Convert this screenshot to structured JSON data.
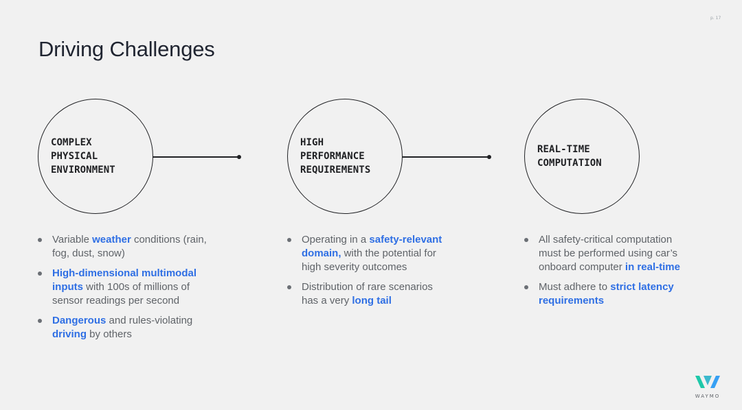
{
  "page": {
    "number": "p. 17",
    "title": "Driving Challenges"
  },
  "columns": [
    {
      "circle_label": "COMPLEX\nPHYSICAL\nENVIRONMENT",
      "bullets": [
        [
          {
            "text": "Variable ",
            "highlight": false
          },
          {
            "text": "weather",
            "highlight": true
          },
          {
            "text": " conditions (rain, fog, dust, snow)",
            "highlight": false
          }
        ],
        [
          {
            "text": "High-dimensional multimodal inputs",
            "highlight": true
          },
          {
            "text": " with 100s of millions of sensor readings per second",
            "highlight": false
          }
        ],
        [
          {
            "text": "Dangerous",
            "highlight": true
          },
          {
            "text": " and rules-violating ",
            "highlight": false
          },
          {
            "text": "driving",
            "highlight": true
          },
          {
            "text": " by others",
            "highlight": false
          }
        ]
      ]
    },
    {
      "circle_label": "HIGH\nPERFORMANCE\nREQUIREMENTS",
      "bullets": [
        [
          {
            "text": "Operating in a ",
            "highlight": false
          },
          {
            "text": "safety-relevant domain,",
            "highlight": true
          },
          {
            "text": " with the potential for high severity outcomes",
            "highlight": false
          }
        ],
        [
          {
            "text": "Distribution of rare scenarios has a very ",
            "highlight": false
          },
          {
            "text": "long tail",
            "highlight": true
          }
        ]
      ]
    },
    {
      "circle_label": "REAL-TIME\nCOMPUTATION",
      "bullets": [
        [
          {
            "text": "All safety-critical computation must be performed using car’s onboard computer ",
            "highlight": false
          },
          {
            "text": "in real-time",
            "highlight": true
          }
        ],
        [
          {
            "text": "Must adhere to ",
            "highlight": false
          },
          {
            "text": "strict latency requirements",
            "highlight": true
          }
        ]
      ]
    }
  ],
  "logo": {
    "text": "WAYMO",
    "colors": [
      "#1ec8a9",
      "#37a0f4",
      "#27b3c9"
    ]
  },
  "colors": {
    "background": "#f1f1f1",
    "highlight": "#2f6fe4",
    "body_text": "#5f6368",
    "heading": "#1f2430"
  }
}
